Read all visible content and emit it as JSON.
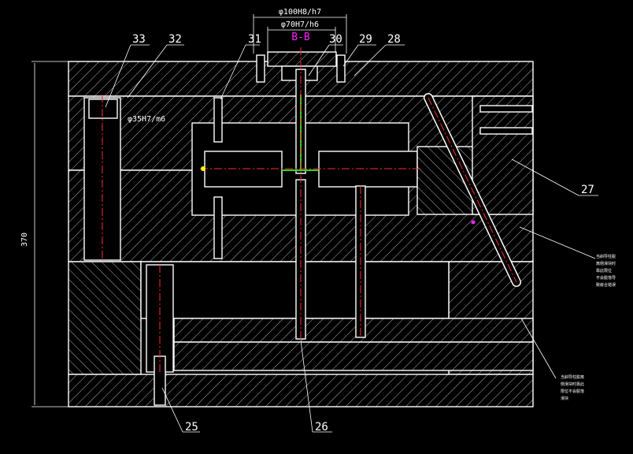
{
  "section_label": "B-B",
  "dimensions": {
    "top_outer": "φ100H8/h7",
    "top_inner": "φ70H7/h6",
    "pin_fit": "φ35H7/m6",
    "overall_height": "370"
  },
  "part_numbers": {
    "p25": "25",
    "p26": "26",
    "p27": "27",
    "p28": "28",
    "p29": "29",
    "p30": "30",
    "p31": "31",
    "p32": "32",
    "p33": "33"
  },
  "notes": {
    "right_note_lines": [
      "当斜导柱脱",
      "离侧滑块时",
      "靠此限位",
      "不会脱落导",
      "致嵌合错误"
    ],
    "bottom_note_lines": [
      "当斜导柱脱离",
      "侧滑块时靠此",
      "限位不会脱落",
      "滑块"
    ]
  },
  "colors": {
    "background": "#000000",
    "outline": "#ffffff",
    "centerline": "#ff2a2a",
    "highlight": "#22dd22",
    "section_label": "#ff22ff",
    "marker": "#ffff00"
  }
}
